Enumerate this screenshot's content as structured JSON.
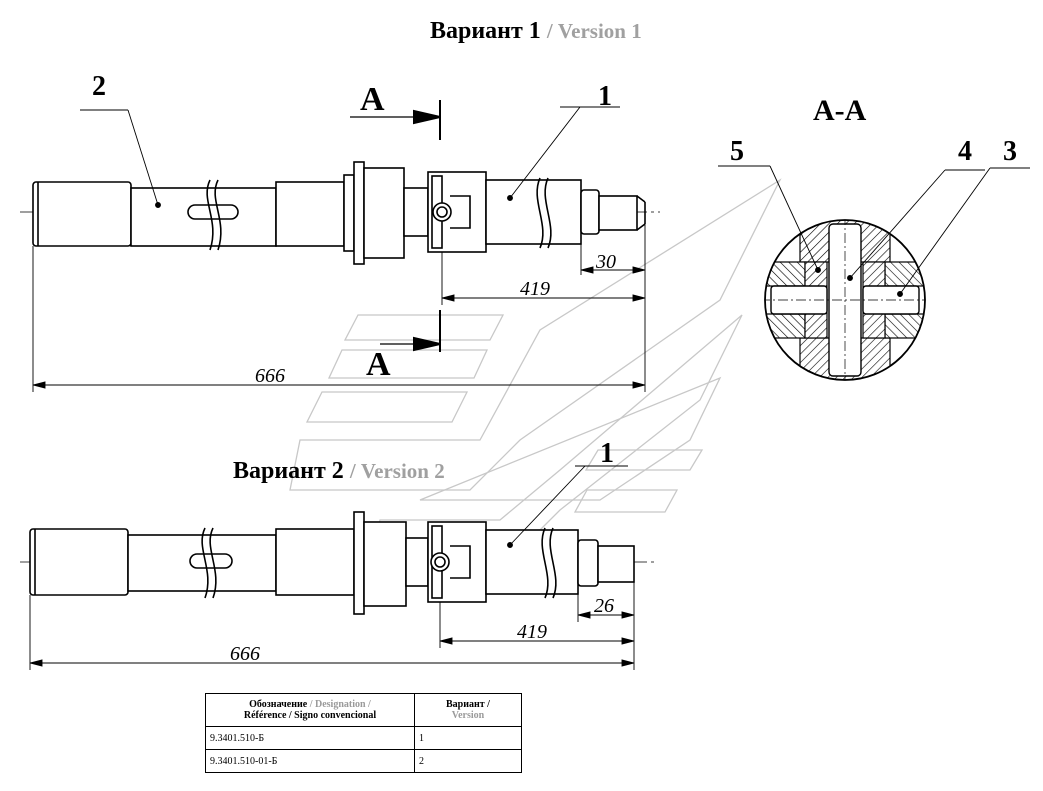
{
  "title_variant1": {
    "ru": "Вариант 1",
    "en": "/ Version 1"
  },
  "title_variant2": {
    "ru": "Вариант 2",
    "en": "/ Version 2"
  },
  "section_title": "А-А",
  "section_marker": "А",
  "callouts": {
    "one": "1",
    "two": "2",
    "three": "3",
    "four": "4",
    "five": "5"
  },
  "dimensions_variant1": {
    "overall": "666",
    "distance": "419",
    "end": "30"
  },
  "dimensions_variant2": {
    "overall": "666",
    "distance": "419",
    "end": "26"
  },
  "table": {
    "header_designation_ru": "Обозначение",
    "header_designation_rest": "/ Designation /",
    "header_designation_line2": "Référence / Signo convencional",
    "header_variant_ru": "Вариант /",
    "header_variant_en": "Version",
    "rows": [
      {
        "designation": "9.3401.510-Б",
        "variant": "1"
      },
      {
        "designation": "9.3401.510-01-Б",
        "variant": "2"
      }
    ]
  }
}
